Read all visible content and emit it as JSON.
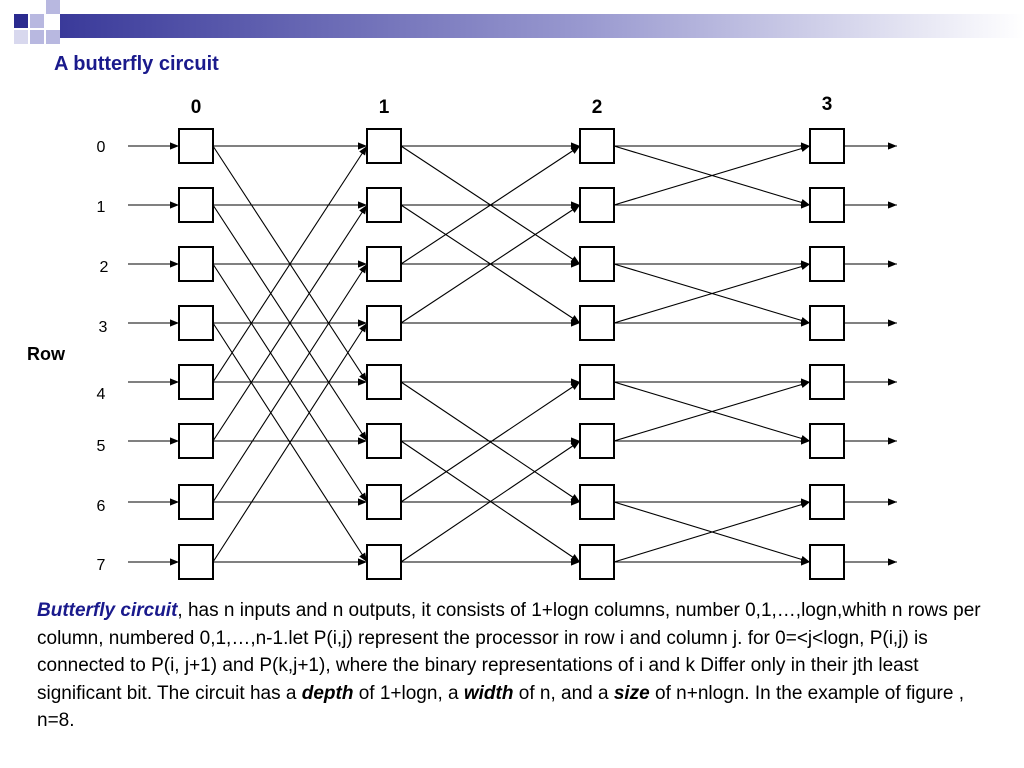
{
  "title": "A butterfly circuit",
  "column_labels": [
    "0",
    "1",
    "2",
    "3"
  ],
  "row_labels": [
    "0",
    "1",
    "2",
    "3",
    "4",
    "5",
    "6",
    "7"
  ],
  "row_axis_label": "Row",
  "colors": {
    "accent": "#1a1a8c",
    "deco_dark": "#2b2b8f",
    "deco_light": "#b8b8e0"
  },
  "description": {
    "lead": "Butterfly circuit",
    "p1": ", has  n inputs and n outputs, it consists of 1+logn columns, number 0,1,…,logn,whith n rows per column, numbered 0,1,…,n-1.let P(i,j) represent the processor in row i and column j. for 0=<j<logn, P(i,j) is connected to P(i, j+1) and P(k,j+1), where the binary representations of i and k Differ only in their jth least significant bit. The circuit has a ",
    "depth_word": "depth",
    "p2": " of 1+logn, a ",
    "width_word": "width",
    "p3": " of n, and a ",
    "size_word": "size",
    "p4": " of n+nlogn. In the example of figure , n=8."
  }
}
